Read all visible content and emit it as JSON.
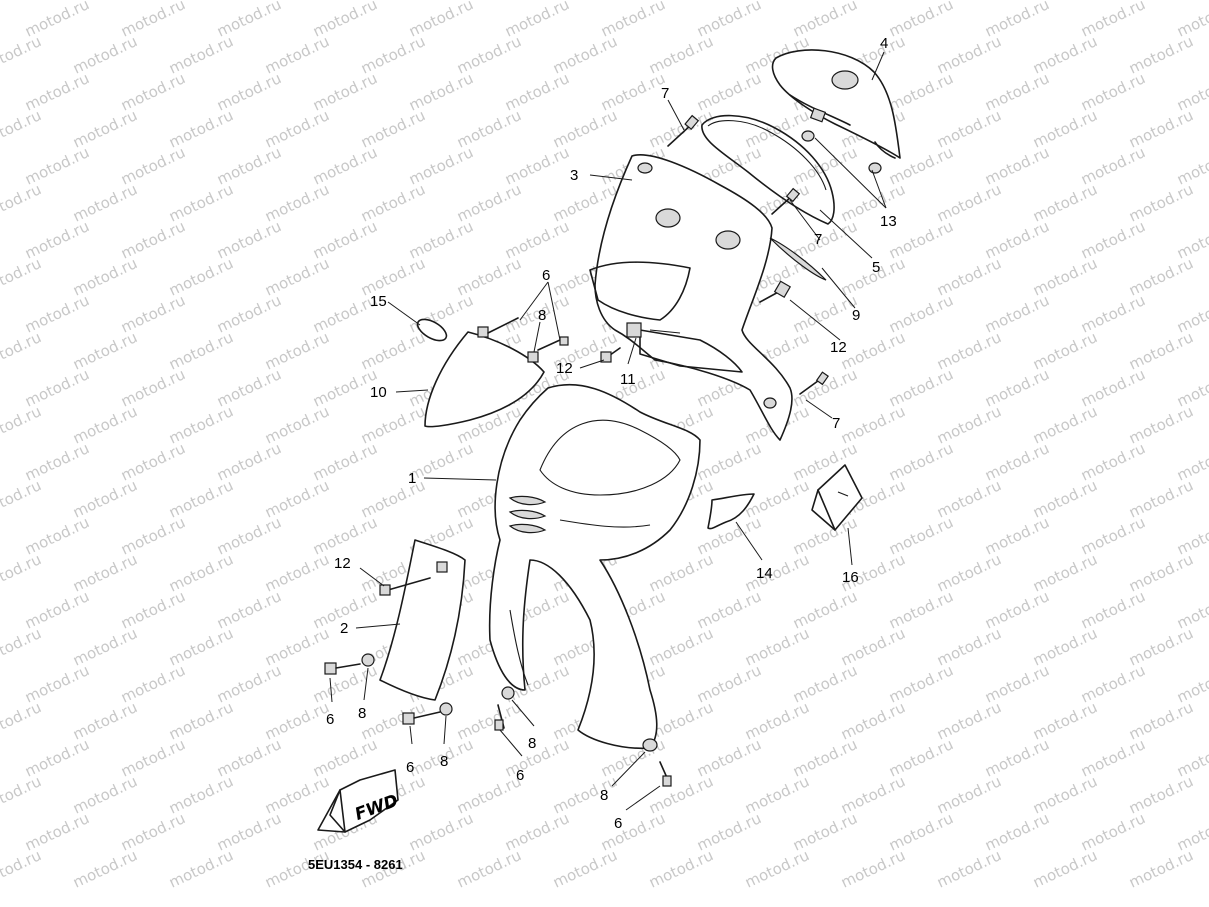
{
  "watermark": "motod.ru",
  "diagram_code": "5EU1354 - 8261",
  "fwd_label": "FWD",
  "callouts": {
    "c1": "1",
    "c2": "2",
    "c3": "3",
    "c4": "4",
    "c5": "5",
    "c6a": "6",
    "c6b": "6",
    "c6c": "6",
    "c6d": "6",
    "c6e": "6",
    "c7a": "7",
    "c7b": "7",
    "c7c": "7",
    "c8a": "8",
    "c8b": "8",
    "c8c": "8",
    "c8d": "8",
    "c8e": "8",
    "c9": "9",
    "c10": "10",
    "c11": "11",
    "c12a": "12",
    "c12b": "12",
    "c12c": "12",
    "c13": "13",
    "c14": "14",
    "c15": "15",
    "c16": "16"
  }
}
